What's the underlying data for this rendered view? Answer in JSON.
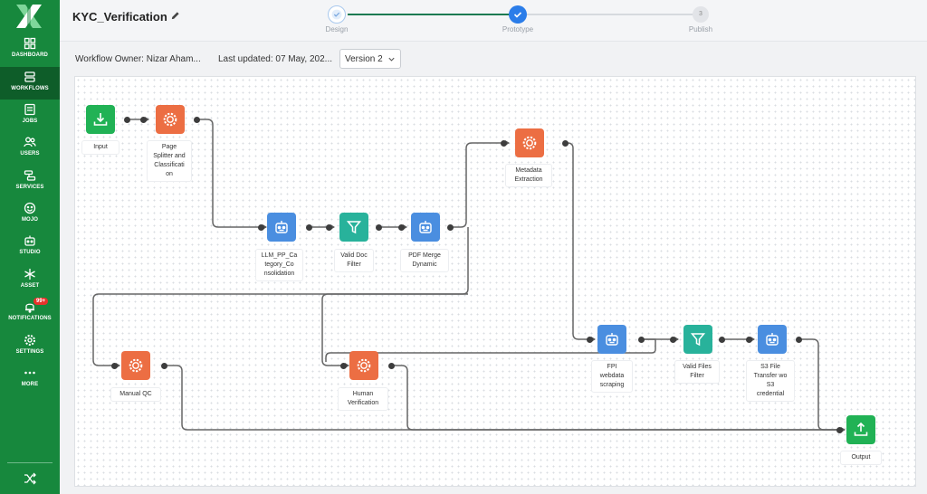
{
  "colors": {
    "sidebar": "#17883d",
    "sidebar_active": "#0e5d29",
    "green_node": "#21b255",
    "orange_node": "#ec6e43",
    "blue_node": "#4a8ee0",
    "teal_node": "#28b29b",
    "stepper_active": "#2b7de9"
  },
  "sidebar": {
    "items": [
      {
        "label": "DASHBOARD",
        "icon": "dashboard-icon"
      },
      {
        "label": "WORKFLOWS",
        "icon": "workflows-icon"
      },
      {
        "label": "JOBS",
        "icon": "jobs-icon"
      },
      {
        "label": "USERS",
        "icon": "users-icon"
      },
      {
        "label": "SERVICES",
        "icon": "services-icon"
      },
      {
        "label": "MOJO",
        "icon": "mojo-icon"
      },
      {
        "label": "STUDIO",
        "icon": "studio-icon"
      },
      {
        "label": "ASSET",
        "icon": "asset-icon"
      },
      {
        "label": "NOTIFICATIONS",
        "icon": "bell-icon",
        "badge": "99+"
      },
      {
        "label": "SETTINGS",
        "icon": "gear-icon"
      },
      {
        "label": "MORE",
        "icon": "more-icon"
      }
    ],
    "active": "WORKFLOWS"
  },
  "header": {
    "title": "KYC_Verification",
    "steps": [
      {
        "label": "Design",
        "state": "done"
      },
      {
        "label": "Prototype",
        "state": "active"
      },
      {
        "label": "Publish",
        "state": "pending",
        "number": "3"
      }
    ]
  },
  "toolbar": {
    "owner": "Workflow Owner: Nizar Aham...",
    "updated": "Last updated: 07 May, 202...",
    "version": "Version 2"
  },
  "nodes": [
    {
      "id": "input",
      "label": "Input",
      "kind": "input-icon"
    },
    {
      "id": "splitter",
      "label": "Page\nSplitter and\nClassificati\non",
      "kind": "ai-gear-icon"
    },
    {
      "id": "llm",
      "label": "LLM_PP_Ca\ntegory_Co\nnsolidation",
      "kind": "robot-icon"
    },
    {
      "id": "docfilter",
      "label": "Valid Doc\nFilter",
      "kind": "filter-icon"
    },
    {
      "id": "pdfmerge",
      "label": "PDF Merge\nDynamic",
      "kind": "robot-icon"
    },
    {
      "id": "metadata",
      "label": "Metadata\nExtraction",
      "kind": "ai-gear-icon"
    },
    {
      "id": "manualqc",
      "label": "Manual QC",
      "kind": "ai-gear-icon"
    },
    {
      "id": "human",
      "label": "Human\nVerification",
      "kind": "ai-gear-icon"
    },
    {
      "id": "fpi",
      "label": "FPI\nwebdata\nscraping",
      "kind": "robot-icon"
    },
    {
      "id": "filesfilter",
      "label": "Valid Files\nFilter",
      "kind": "filter-icon"
    },
    {
      "id": "s3",
      "label": "S3 File\nTransfer wo\nS3\ncredential",
      "kind": "robot-icon"
    },
    {
      "id": "output",
      "label": "Output",
      "kind": "output-icon"
    }
  ]
}
